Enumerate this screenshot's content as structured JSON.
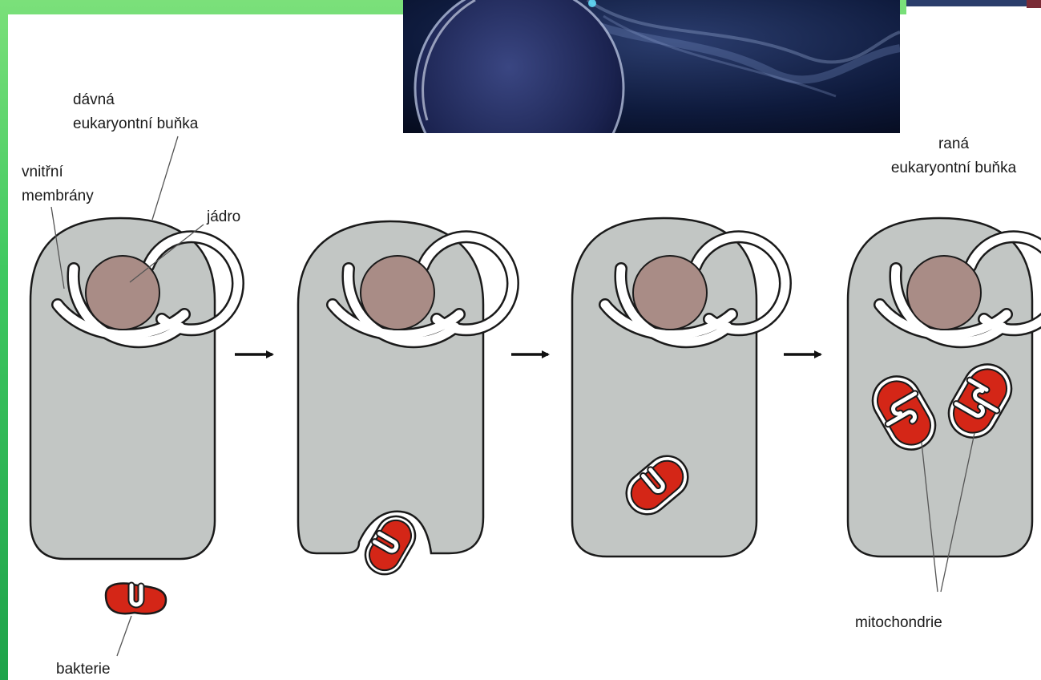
{
  "labels": {
    "ancient_cell_line1": "dávná",
    "ancient_cell_line2": "eukaryontní buňka",
    "inner_membranes_line1": "vnitřní",
    "inner_membranes_line2": "membrány",
    "nucleus": "jádro",
    "bacterium": "bakterie",
    "early_cell_line1": "raná",
    "early_cell_line2": "eukaryontní buňka",
    "mitochondria": "mitochondrie"
  },
  "colors": {
    "background_green": "#3fc860",
    "cell_fill": "#c2c6c4",
    "nucleus_fill": "#a98c86",
    "bacterium_fill": "#d42617",
    "outline": "#1a1a1a"
  },
  "photo": {
    "subject": "dark-blue-microscopy-cell-icon"
  }
}
